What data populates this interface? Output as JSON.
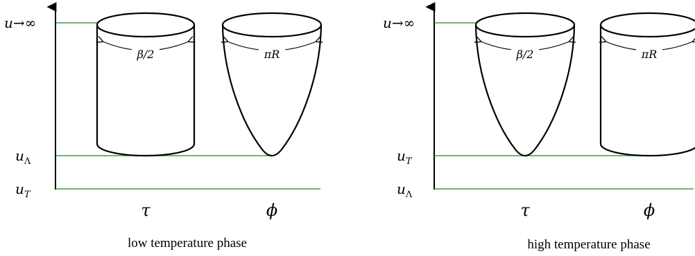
{
  "panels": [
    {
      "id": "low",
      "u_top": "u→∞",
      "u_mid": "u",
      "u_mid_sub": "Λ",
      "u_bot": "u",
      "u_bot_sub": "T",
      "tau_label": "τ",
      "phi_label": "ϕ",
      "tau_circ": "β/2",
      "phi_circ": "πR",
      "caption": "low temperature phase"
    },
    {
      "id": "high",
      "u_top": "u→∞",
      "u_mid": "u",
      "u_mid_sub": "T",
      "u_bot": "u",
      "u_bot_sub": "Λ",
      "tau_label": "τ",
      "phi_label": "ϕ",
      "tau_circ": "β/2",
      "phi_circ": "πR",
      "caption": "high temperature phase"
    }
  ]
}
